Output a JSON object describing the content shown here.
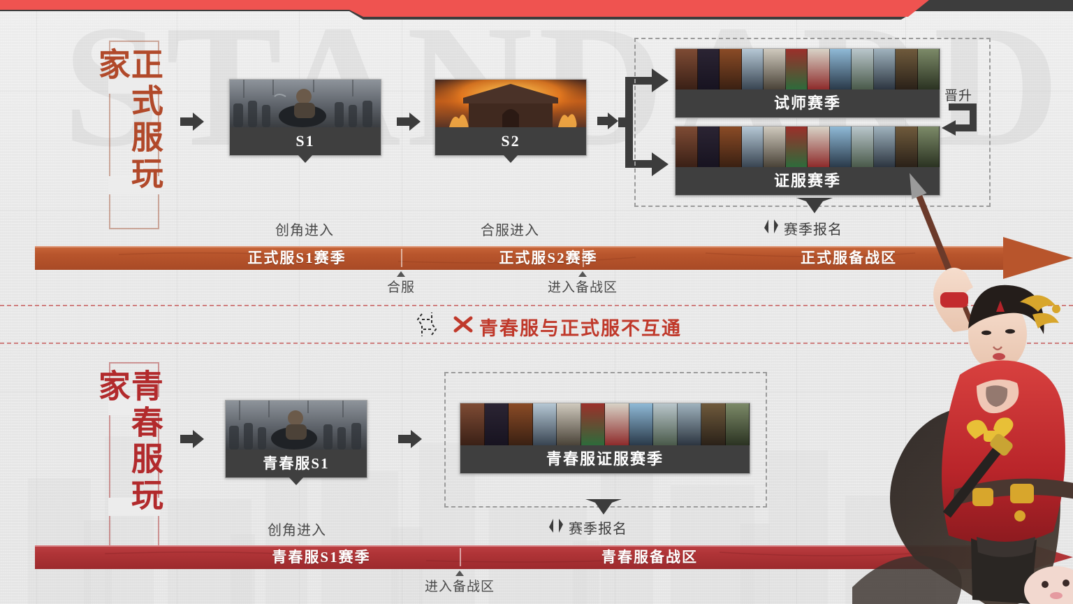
{
  "page": {
    "colors": {
      "orange_bar": "#b8552c",
      "red_bar": "#b03437",
      "card_bar": "#3f3f3f",
      "title_orange": "#b1492a",
      "title_red": "#b22a2c",
      "warning_red": "#c0392b",
      "dash_gray": "#9b9b9b",
      "top_band_red": "#ef5350",
      "top_band_dark": "#3d3d3d"
    },
    "ghost_text": "STANDARDS"
  },
  "official": {
    "title": "正式服玩家",
    "title_chars": [
      "正",
      "式",
      "服",
      "玩",
      "家"
    ],
    "steps": [
      {
        "card_label": "S1",
        "under_label": "创角进入"
      },
      {
        "card_label": "S2",
        "under_label": "合服进入"
      }
    ],
    "season_box": {
      "cards": [
        {
          "label": "试师赛季"
        },
        {
          "label": "证服赛季"
        }
      ],
      "promote_label": "晋升",
      "signup_label": "赛季报名"
    },
    "timeline": {
      "segments": [
        "正式服S1赛季",
        "正式服S2赛季",
        "正式服备战区"
      ],
      "tick_labels": [
        "合服",
        "进入备战区"
      ]
    }
  },
  "divider": {
    "warning_text": "青春服与正式服不互通",
    "cross_icon": "x-cross-icon",
    "block_icon": "blocked-two-way-arrow-icon"
  },
  "youth": {
    "title": "青春服玩家",
    "title_chars": [
      "青",
      "春",
      "服",
      "玩",
      "家"
    ],
    "steps": [
      {
        "card_label": "青春服S1",
        "under_label": "创角进入"
      }
    ],
    "season_box": {
      "cards": [
        {
          "label": "青春服证服赛季"
        }
      ],
      "signup_label": "赛季报名"
    },
    "timeline": {
      "segments": [
        "青春服S1赛季",
        "青春服备战区"
      ],
      "tick_labels": [
        "进入备战区"
      ]
    }
  },
  "icons": {
    "arrow_right": "arrow-right-icon",
    "branch_split": "branch-split-arrow-icon",
    "promote_loop": "promotion-loop-arrow-icon",
    "signup_arrows": "two-way-signup-arrow-icon",
    "card_notch": "card-notch-icon"
  },
  "artwork": {
    "character_name": "female-warrior-artwork"
  }
}
